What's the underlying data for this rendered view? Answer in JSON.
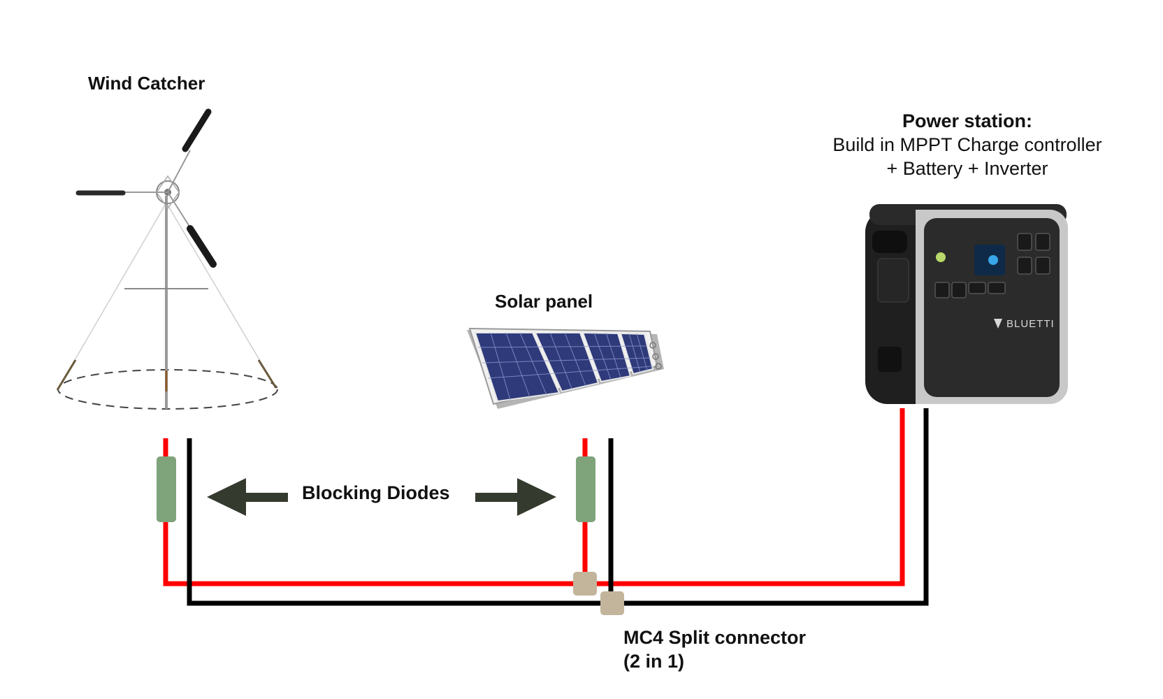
{
  "labels": {
    "wind_catcher": "Wind Catcher",
    "solar_panel": "Solar panel",
    "blocking_diodes": "Blocking Diodes",
    "mc4_line1": "MC4 Split connector",
    "mc4_line2": "(2 in 1)",
    "power_station_title": "Power station:",
    "power_station_line2": "Build in MPPT Charge controller",
    "power_station_line3": "+ Battery + Inverter",
    "brand": "BLUETTI"
  },
  "colors": {
    "positive_wire": "#ff0000",
    "negative_wire": "#000000",
    "diode": "#7fa37a",
    "connector": "#c2b59b",
    "arrow": "#353a2e",
    "solar_cell": "#2e3a7a",
    "station_body": "#2b2b2b",
    "station_frame": "#c8c8c8"
  }
}
